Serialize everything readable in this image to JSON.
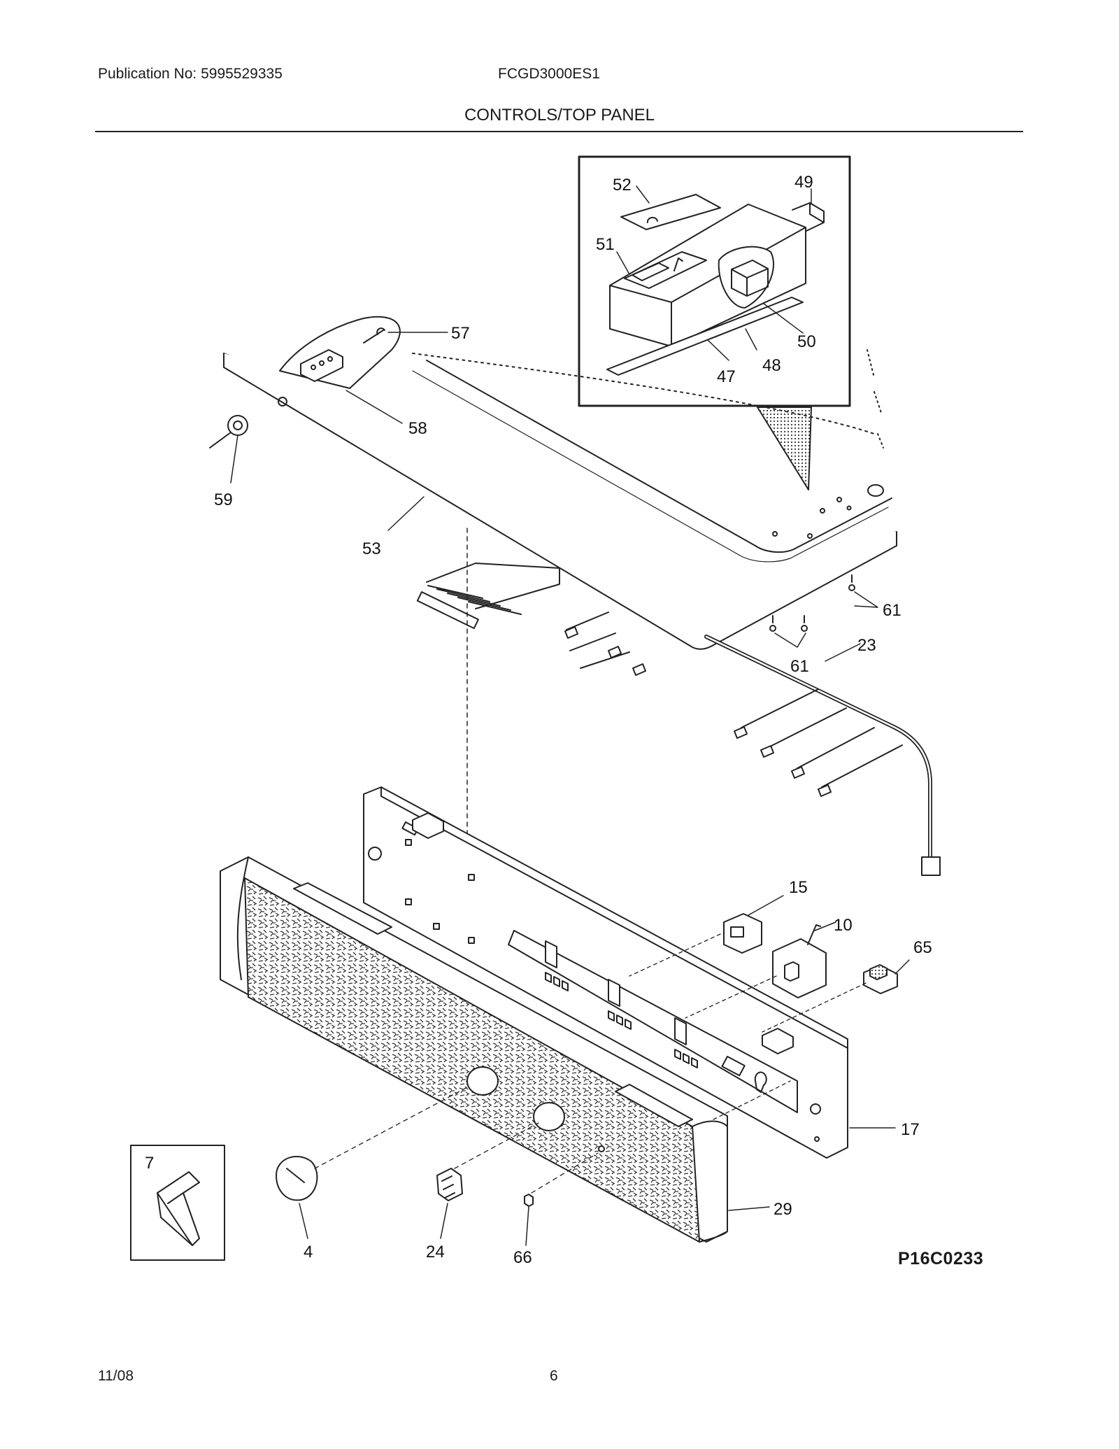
{
  "header": {
    "publication": "Publication No: 5995529335",
    "model": "FCGD3000ES1",
    "section_title": "CONTROLS/TOP PANEL"
  },
  "diagram": {
    "callouts": [
      "52",
      "49",
      "51",
      "50",
      "48",
      "47",
      "57",
      "58",
      "59",
      "53",
      "61",
      "61",
      "23",
      "15",
      "10",
      "65",
      "17",
      "29",
      "7",
      "4",
      "24",
      "66"
    ]
  },
  "footer": {
    "drawing_ref": "P16C0233",
    "date": "11/08",
    "page": "6"
  },
  "colors": {
    "line": "#222222",
    "paper": "#ffffff"
  }
}
